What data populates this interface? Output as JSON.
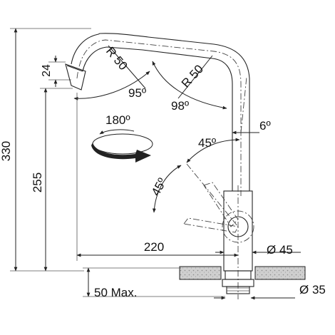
{
  "dimensions": {
    "height_total": "330",
    "height_spout": "255",
    "spout_tip": "24",
    "reach": "220",
    "countertop_max": "50 Max.",
    "body_diameter": "Ø 45",
    "hole_diameter": "Ø 35"
  },
  "radii": {
    "left_bend": "R 50",
    "right_bend": "R 50"
  },
  "angles": {
    "left_bend": "95º",
    "right_bend": "98º",
    "swivel": "180º",
    "tilt": "6º",
    "lever_upper": "45º",
    "lever_lower": "45º"
  },
  "colors": {
    "line": "#222222",
    "countertop": "#c9c9c9"
  }
}
